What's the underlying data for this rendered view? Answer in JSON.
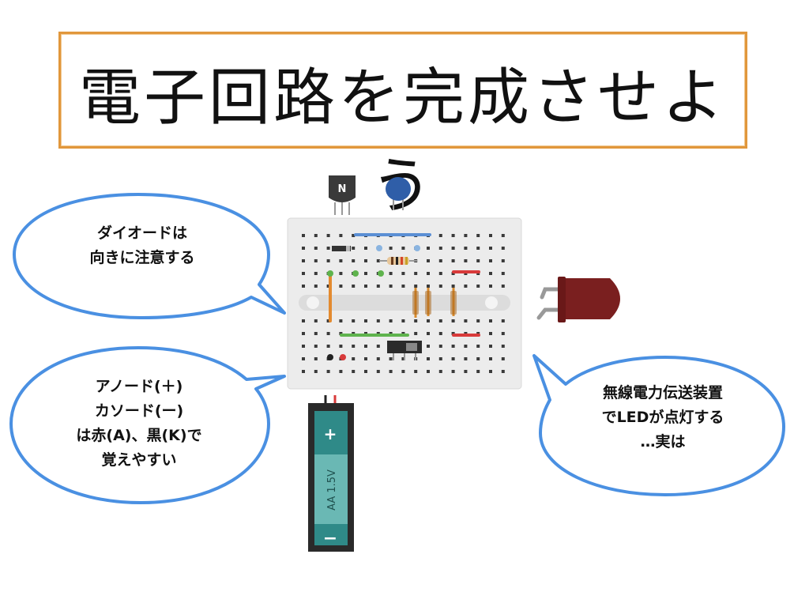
{
  "title": "電子回路を完成させよう",
  "transistor_label": "N",
  "battery": {
    "plus": "+",
    "minus": "−",
    "label": "AA 1.5V"
  },
  "bubbles": {
    "top_left": [
      "ダイオードは",
      "向きに注意する"
    ],
    "bottom_left": [
      "アノード(＋)",
      "カソード(ー)",
      "は赤(A)、黒(K)で",
      "覚えやすい"
    ],
    "right": [
      "無線電力伝送装置",
      "でLEDが点灯する",
      "…実は"
    ]
  },
  "colors": {
    "title_border": "#e1973c",
    "bubble_stroke": "#4a90e2",
    "led": "#7a1f1f",
    "breadboard": "#ececec"
  }
}
